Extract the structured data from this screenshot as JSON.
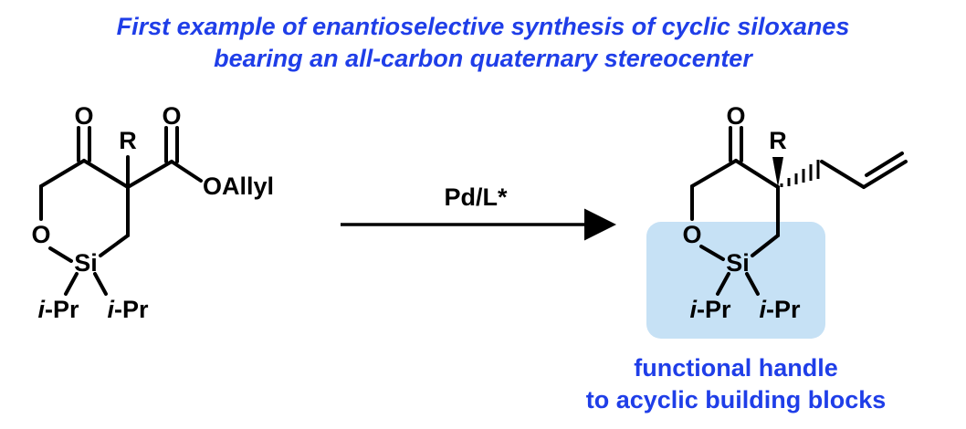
{
  "title": {
    "line1": "First example of enantioselective synthesis of cyclic siloxanes",
    "line2": "bearing an all-carbon quaternary stereocenter"
  },
  "reactant": {
    "ketone_o": "O",
    "ester_o": "O",
    "r_group": "R",
    "ester_label": "OAllyl",
    "ring_o": "O",
    "si": "Si",
    "ipr_left_prefix": "i",
    "ipr_left_suffix": "-Pr",
    "ipr_right_prefix": "i",
    "ipr_right_suffix": "-Pr"
  },
  "reagent": "Pd/L*",
  "product": {
    "ketone_o": "O",
    "r_group": "R",
    "ring_o": "O",
    "si": "Si",
    "ipr_left_prefix": "i",
    "ipr_left_suffix": "-Pr",
    "ipr_right_prefix": "i",
    "ipr_right_suffix": "-Pr",
    "highlight_color": "#c6e1f5"
  },
  "caption": {
    "line1": "functional handle",
    "line2": "to acyclic building blocks"
  }
}
